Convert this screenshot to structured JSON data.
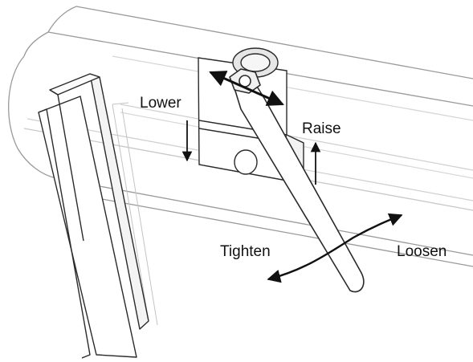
{
  "labels": {
    "lower": "Lower",
    "raise": "Raise",
    "tighten": "Tighten",
    "loosen": "Loosen"
  },
  "colors": {
    "line": "#2a2a2a",
    "faint_line": "#b8b8b8",
    "arrow": "#111111",
    "background": "#ffffff",
    "handle_fill": "#ffffff"
  }
}
